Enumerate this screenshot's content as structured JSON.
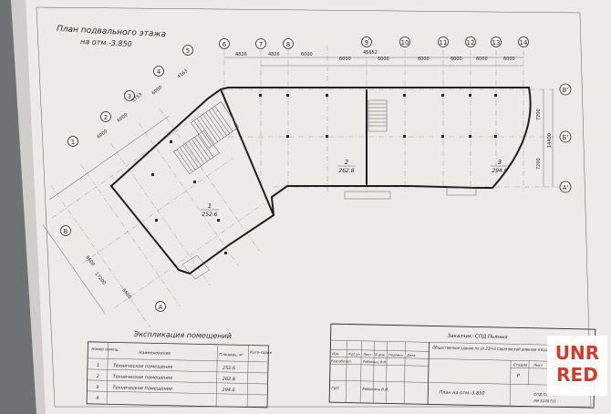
{
  "drawing": {
    "title": "План подвального этажа",
    "subtitle": "на отм.-3.850",
    "top_axes": [
      "6",
      "7",
      "8",
      "9",
      "10",
      "11",
      "12",
      "13",
      "14"
    ],
    "right_axes": [
      "В'",
      "Б'",
      "А'"
    ],
    "left_axes": [
      "1",
      "2",
      "3",
      "4",
      "5",
      "В",
      "А"
    ],
    "dims_top": [
      "4826",
      "4826",
      "6000",
      "6000",
      "6000",
      "6000",
      "6000",
      "6000",
      "6000"
    ],
    "dim_overall": "45652",
    "dims_right": [
      "7200",
      "7200",
      "14400"
    ],
    "dims_left": [
      "6000",
      "6000",
      "5753",
      "6000",
      "4163",
      "8600",
      "8600",
      "17200"
    ],
    "rooms": [
      {
        "num": "1",
        "area": "252.6"
      },
      {
        "num": "2",
        "area": "262.8"
      },
      {
        "num": "3",
        "area": "294.6"
      }
    ]
  },
  "explication": {
    "title": "Экспликация помещений",
    "headers": [
      "Номер помещ.",
      "Наименование",
      "Площадь, м²",
      "Кате-гория"
    ],
    "rows": [
      {
        "num": "1",
        "name": "Техническое помещение",
        "area": "252.6",
        "cat": ""
      },
      {
        "num": "2",
        "name": "Техническое помещение",
        "area": "262.8",
        "cat": ""
      },
      {
        "num": "3",
        "name": "Техническое помещение",
        "area": "294.6",
        "cat": ""
      },
      {
        "num": "4",
        "name": "",
        "area": "",
        "cat": ""
      }
    ]
  },
  "title_block": {
    "customer": "Заказчик: СПД Пьяных",
    "code": "АР",
    "object": "Общественное здание по ул.23Н-й Саратовской дивизии в Буденновском р-не г. Донецка",
    "sheet_name": "План на отм.-3.850",
    "stage_headers": [
      "Стадия",
      "Лист",
      "Листов"
    ],
    "stage": "Р",
    "org": "СПД Пьяных",
    "org2": "АИ 3130711",
    "col_labels": [
      "Изм.",
      "Кол.уч",
      "Лист",
      "N док.",
      "Подпись",
      "Дата"
    ],
    "row_a": [
      "Разработал",
      "Рябоконь В.И."
    ],
    "row_b": [
      "ГИП",
      "Рябоконь В.И."
    ]
  },
  "watermark": {
    "line1": "UNR",
    "line2": "RED"
  },
  "colors": {
    "paper": "#ecebe7",
    "ink": "#2a2b2e",
    "watermark_red": "#d63a2c",
    "background": "#6f7173"
  }
}
